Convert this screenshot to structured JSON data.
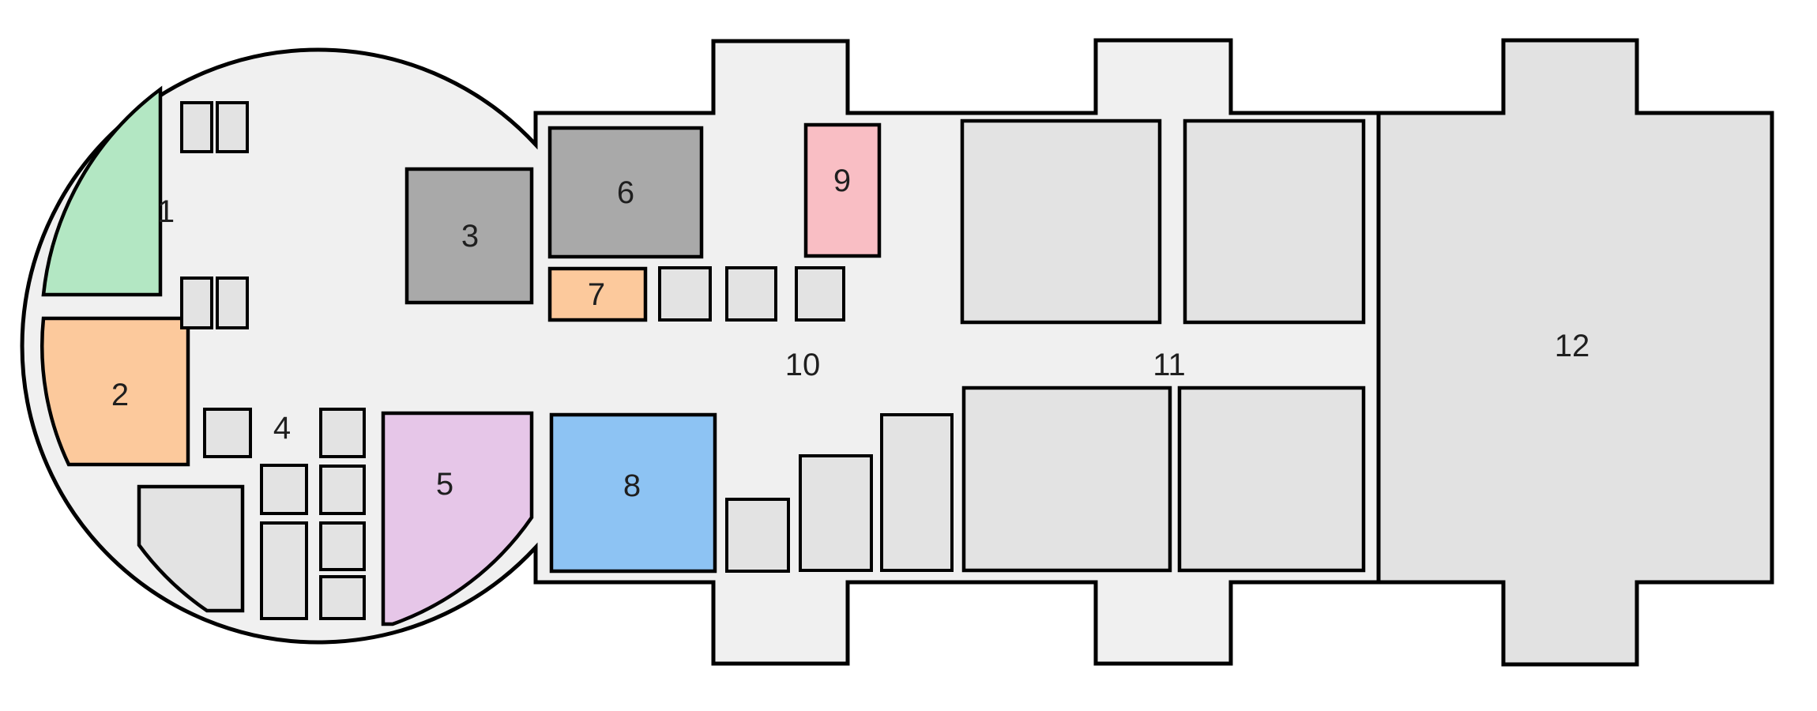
{
  "diagram": {
    "type": "deck-floor-plan",
    "background": "#ffffff",
    "hull_fill": "#f0f0f0",
    "wall_color": "#000000",
    "label_color": "#1f1f1f",
    "small_room_color": "#e3e3e3",
    "dark_room_color": "#a9a9a9",
    "rooms": [
      {
        "id": "1",
        "label": "1",
        "color": "#b3e7c3"
      },
      {
        "id": "2",
        "label": "2",
        "color": "#fcc99c"
      },
      {
        "id": "3",
        "label": "3",
        "color": "#a9a9a9"
      },
      {
        "id": "4",
        "label": "4",
        "color": "#e3e3e3"
      },
      {
        "id": "5",
        "label": "5",
        "color": "#e6c6e8"
      },
      {
        "id": "6",
        "label": "6",
        "color": "#a9a9a9"
      },
      {
        "id": "7",
        "label": "7",
        "color": "#fcc99c"
      },
      {
        "id": "8",
        "label": "8",
        "color": "#8dc3f3"
      },
      {
        "id": "9",
        "label": "9",
        "color": "#f9bec4"
      },
      {
        "id": "10",
        "label": "10",
        "color": "#f0f0f0"
      },
      {
        "id": "11",
        "label": "11",
        "color": "#f0f0f0"
      },
      {
        "id": "12",
        "label": "12",
        "color": "#e2e2e2"
      }
    ]
  }
}
